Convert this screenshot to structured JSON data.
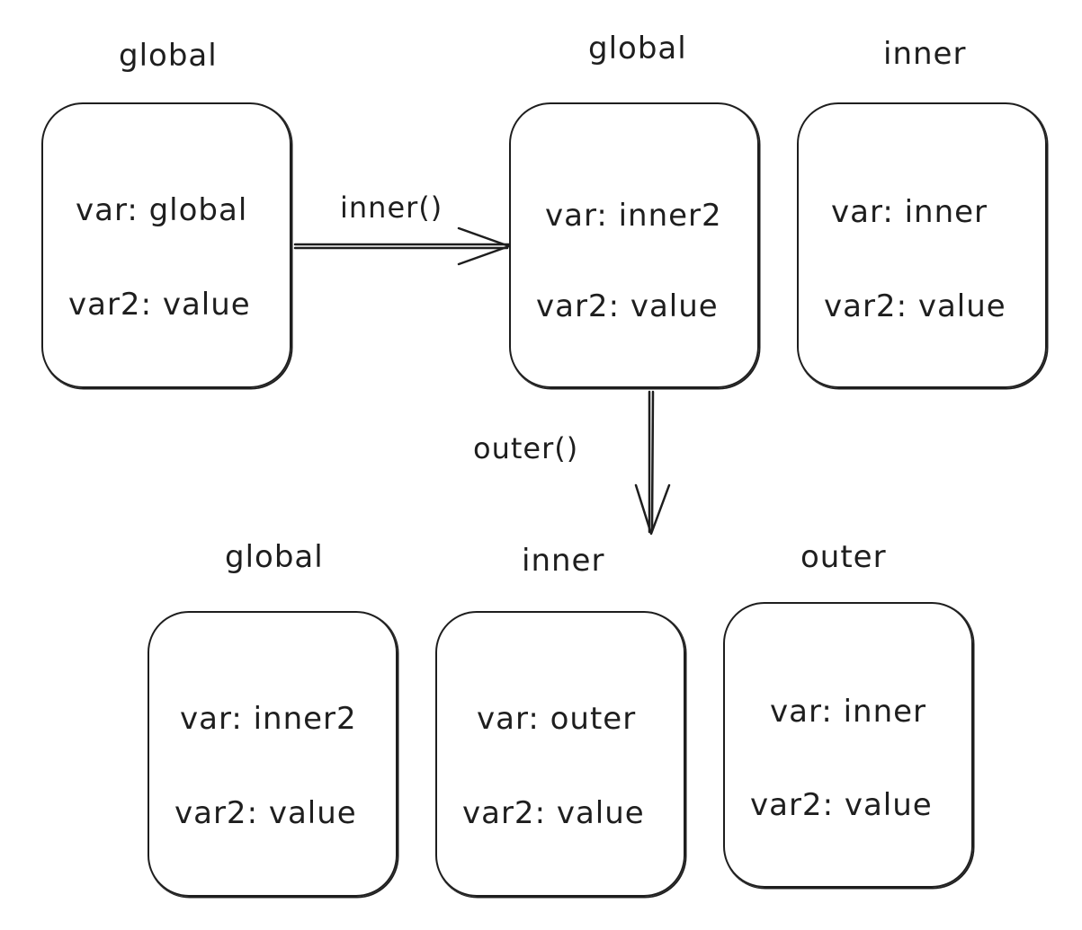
{
  "stage1": {
    "global": {
      "title": "global",
      "lines": [
        "var: global",
        "var2: value"
      ]
    }
  },
  "stage2": {
    "global": {
      "title": "global",
      "lines": [
        "var: inner2",
        "var2: value"
      ]
    },
    "inner": {
      "title": "inner",
      "lines": [
        "var: inner",
        "var2: value"
      ]
    }
  },
  "stage3": {
    "global": {
      "title": "global",
      "lines": [
        "var: inner2",
        "var2: value"
      ]
    },
    "inner": {
      "title": "inner",
      "lines": [
        "var: outer",
        "var2: value"
      ]
    },
    "outer": {
      "title": "outer",
      "lines": [
        "var: inner",
        "var2: value"
      ]
    }
  },
  "edges": {
    "inner_call": "inner()",
    "outer_call": "outer()"
  },
  "colors": {
    "stroke": "#1e1e1e",
    "background": "#ffffff"
  }
}
